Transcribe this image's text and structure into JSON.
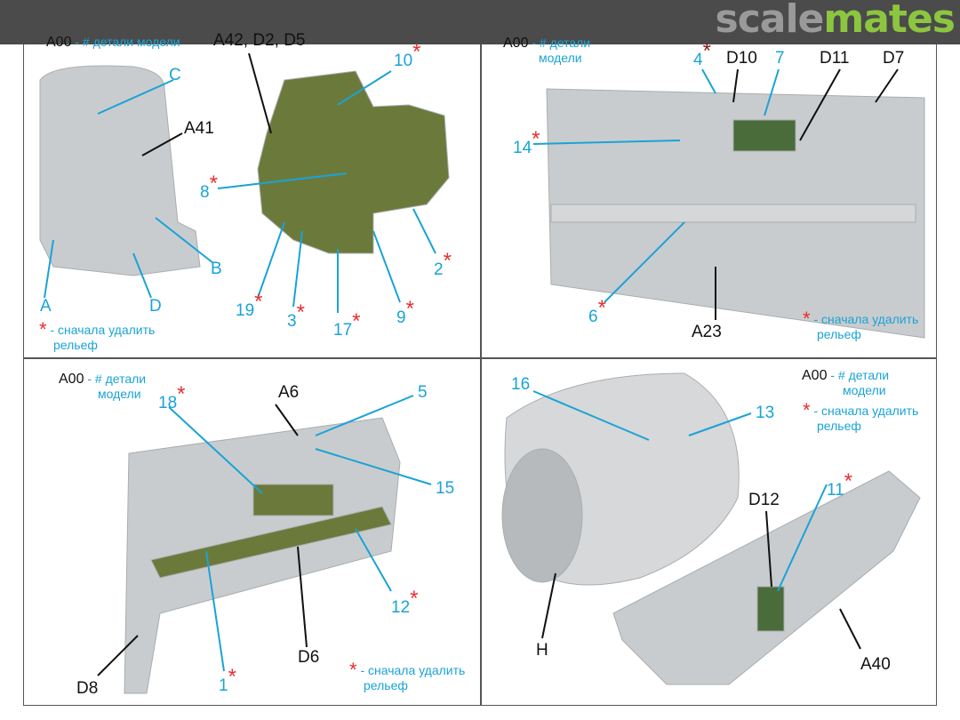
{
  "brand": {
    "part1": "scale",
    "part2": "mates"
  },
  "legend": {
    "code": "A00",
    "parts_desc": "- # детали  модели",
    "parts_desc_l1": "- # детали",
    "parts_desc_l2": "модели",
    "star": "*",
    "remove_relief_l1": "- сначала удалить",
    "remove_relief_l2": "рельеф"
  },
  "panel1": {
    "A42D2D5": "A42, D2, D5",
    "C": "C",
    "A41": "A41",
    "n10": "10",
    "n8": "8",
    "B": "B",
    "A": "A",
    "D": "D",
    "n19": "19",
    "n3": "3",
    "n17": "17",
    "n9": "9",
    "n2": "2"
  },
  "panel2": {
    "n4": "4",
    "D10": "D10",
    "n7": "7",
    "D11": "D11",
    "D7": "D7",
    "n14": "14",
    "n6": "6",
    "A23": "A23"
  },
  "panel3": {
    "n18": "18",
    "A6": "A6",
    "n5": "5",
    "n15": "15",
    "n12": "12",
    "n1": "1",
    "D6": "D6",
    "D8": "D8"
  },
  "panel4": {
    "n16": "16",
    "n13": "13",
    "n11": "11",
    "D12": "D12",
    "H": "H",
    "A40": "A40"
  }
}
